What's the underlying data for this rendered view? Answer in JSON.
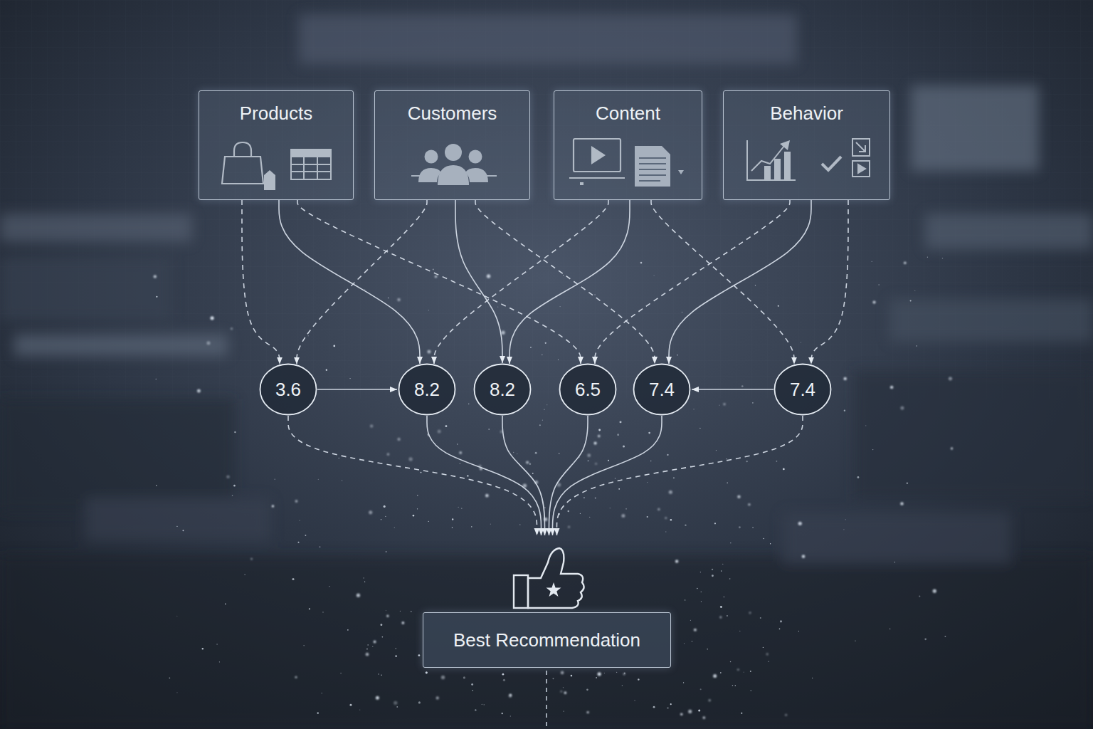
{
  "diagram": {
    "nodes": [
      {
        "text": [
          "Products"
        ]
      },
      {
        "text": [
          "Customers"
        ]
      },
      {
        "text": [
          "Content"
        ]
      },
      {
        "text": [
          "Behavior"
        ]
      },
      {
        "text": [
          "3.6"
        ]
      },
      {
        "text": [
          "8.2"
        ]
      },
      {
        "text": [
          "8.2"
        ]
      },
      {
        "text": [
          "6.5"
        ]
      },
      {
        "text": [
          "7.4"
        ]
      },
      {
        "text": [
          "7.4"
        ]
      },
      {
        "text": [
          "Best Recommendation"
        ]
      }
    ],
    "edges": [
      {
        "from": 0,
        "to": 4,
        "arrow": "to"
      },
      {
        "from": 0,
        "to": 5,
        "arrow": "to"
      },
      {
        "from": 0,
        "to": 7,
        "arrow": "to"
      },
      {
        "from": 1,
        "to": 4,
        "arrow": "to"
      },
      {
        "from": 1,
        "to": 6,
        "arrow": "to"
      },
      {
        "from": 1,
        "to": 8,
        "arrow": "to"
      },
      {
        "from": 2,
        "to": 5,
        "arrow": "to"
      },
      {
        "from": 2,
        "to": 6,
        "arrow": "to"
      },
      {
        "from": 2,
        "to": 9,
        "arrow": "to"
      },
      {
        "from": 3,
        "to": 7,
        "arrow": "to"
      },
      {
        "from": 3,
        "to": 8,
        "arrow": "to"
      },
      {
        "from": 3,
        "to": 9,
        "arrow": "to"
      },
      {
        "from": 4,
        "to": 5,
        "arrow": "to"
      },
      {
        "from": 9,
        "to": 8,
        "arrow": "to"
      },
      {
        "from": 4,
        "to": 10,
        "arrow": "to"
      },
      {
        "from": 5,
        "to": 10,
        "arrow": "to"
      },
      {
        "from": 6,
        "to": 10,
        "arrow": "to"
      },
      {
        "from": 7,
        "to": 10,
        "arrow": "to"
      },
      {
        "from": 8,
        "to": 10,
        "arrow": "to"
      },
      {
        "from": 9,
        "to": 10,
        "arrow": "to"
      }
    ]
  }
}
